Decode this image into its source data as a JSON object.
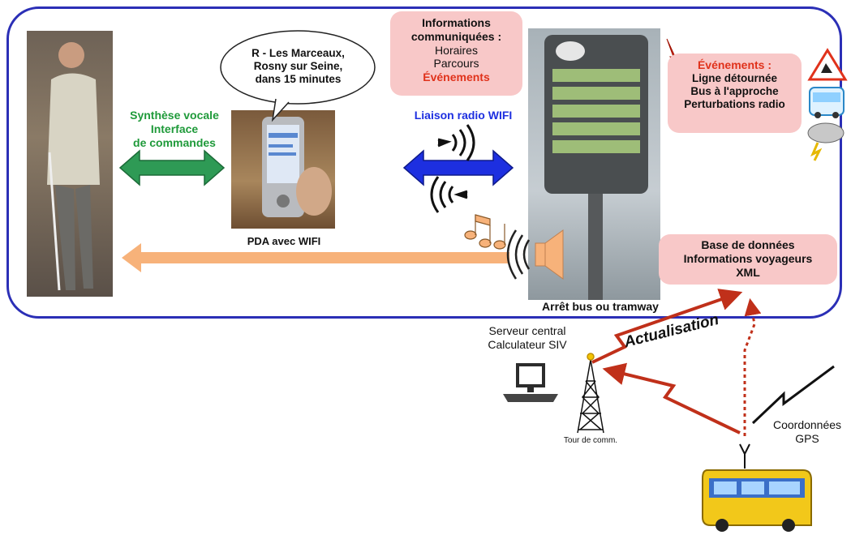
{
  "speech_bubble": [
    "R - Les Marceaux,",
    "Rosny sur Seine,",
    "dans 15 minutes"
  ],
  "voice": [
    "Synthèse vocale",
    "Interface",
    "de commandes"
  ],
  "pda_label": "PDA avec WIFI",
  "info_box": {
    "title": [
      "Informations",
      "communiquées :"
    ],
    "items": [
      "Horaires",
      "Parcours"
    ],
    "highlight": "Événements"
  },
  "wifi_label": "Liaison radio WIFI",
  "events_box": {
    "title": "Événements :",
    "items": [
      "Ligne détournée",
      "Bus à l'approche",
      "Perturbations radio"
    ]
  },
  "db_box": [
    "Base de données",
    "Informations voyageurs",
    "XML"
  ],
  "stop_label": "Arrêt bus ou tramway",
  "server_label": [
    "Serveur central",
    "Calculateur SIV"
  ],
  "update_label": "Actualisation",
  "tower_label": "Tour de comm.",
  "gps_label": [
    "Coordonnées",
    "GPS"
  ],
  "colors": {
    "frame": "#2b2fb6",
    "green": "#1f9a3a",
    "blue": "#1d2fe0",
    "red": "#e0321b",
    "orange": "#f7b27a",
    "pink": "#f8c8c8",
    "dark_red": "#c0301a"
  }
}
